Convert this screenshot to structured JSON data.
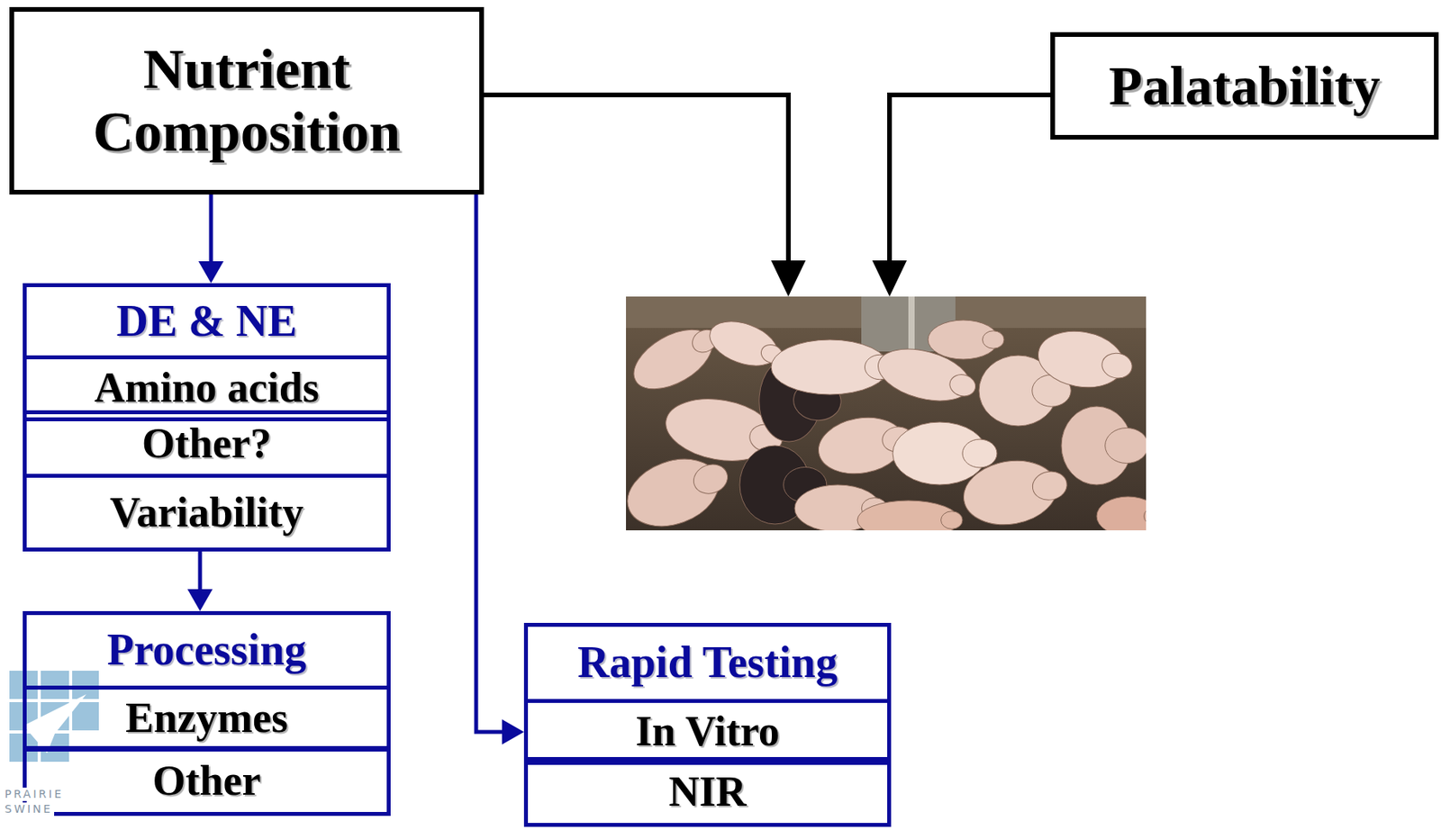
{
  "diagram": {
    "nodes": [
      {
        "text": [
          "Nutrient Composition"
        ]
      },
      {
        "text": [
          "Palatability"
        ]
      },
      {
        "text": [
          "DE & NE"
        ]
      },
      {
        "text": [
          "Amino acids"
        ]
      },
      {
        "text": [
          "Other?"
        ]
      },
      {
        "text": [
          "Variability"
        ]
      },
      {
        "text": [
          "Processing"
        ]
      },
      {
        "text": [
          "Enzymes"
        ]
      },
      {
        "text": [
          "Other"
        ]
      },
      {
        "text": [
          "Rapid Testing"
        ]
      },
      {
        "text": [
          "In Vitro"
        ]
      },
      {
        "text": [
          "NIR"
        ]
      }
    ],
    "edges": [
      {
        "from": 0,
        "to": 2,
        "arrow": "to"
      },
      {
        "from": 5,
        "to": 6,
        "arrow": "to"
      },
      {
        "from": 0,
        "to": 10,
        "arrow": "to"
      }
    ],
    "labels": [
      "PRAIRIE",
      "SWINE"
    ]
  }
}
